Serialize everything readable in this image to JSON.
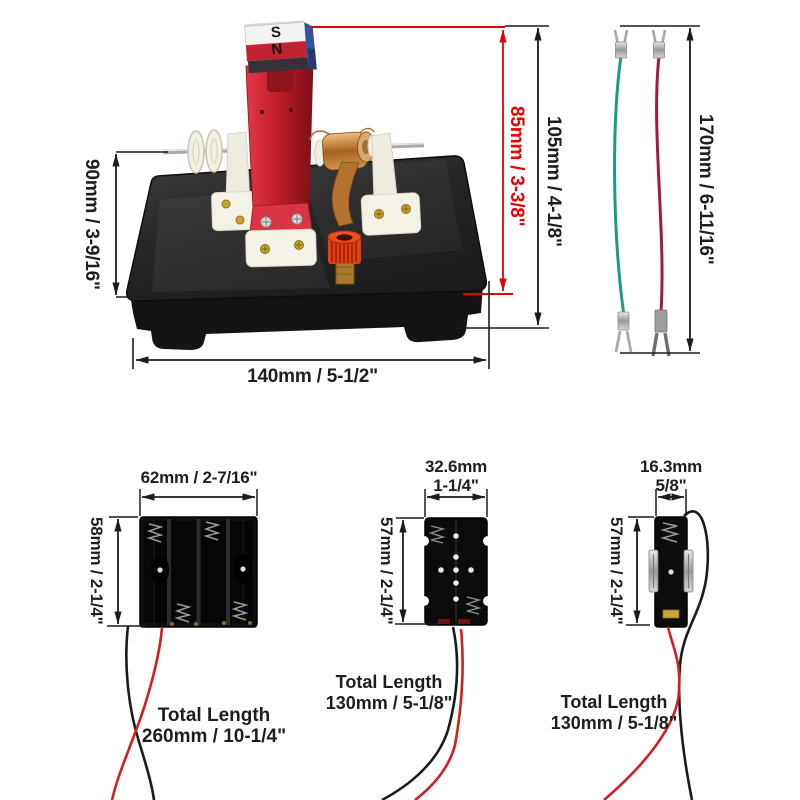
{
  "motor": {
    "height_left": "90mm / 3-9/16\"",
    "height_magnet_red": "85mm / 3-3/8\"",
    "height_total": "105mm / 4-1/8\"",
    "width_base": "140mm / 5-1/2\"",
    "magnet_pole_s": "S",
    "magnet_pole_n": "N"
  },
  "lead_wires": {
    "length": "170mm / 6-11/16\""
  },
  "battery_holder_4cell": {
    "width": "62mm / 2-7/16\"",
    "height": "58mm / 2-1/4\"",
    "total_length_label": "Total Length",
    "total_length_value": "260mm / 10-1/4\""
  },
  "battery_holder_2cell": {
    "width_mm": "32.6mm",
    "width_in": "1-1/4\"",
    "height": "57mm / 2-1/4\"",
    "total_length_label": "Total Length",
    "total_length_value": "130mm / 5-1/8\""
  },
  "battery_holder_1cell": {
    "width_mm": "16.3mm",
    "width_in": "5/8\"",
    "height": "57mm / 2-1/4\"",
    "total_length_label": "Total Length",
    "total_length_value": "130mm / 5-1/8\""
  },
  "colors": {
    "dimension_black": "#1c1c1c",
    "dimension_red": "#e60000",
    "wire_green": "#1a9b82",
    "wire_dark_red": "#a2184a",
    "wire_red": "#d02024",
    "wire_black": "#1b1b1b",
    "magnet_red": "#c32330",
    "magnet_blue": "#34549e",
    "bracket_red": "#c01f2b",
    "binding_post_red": "#e23e16",
    "copper": "#b5712e"
  }
}
